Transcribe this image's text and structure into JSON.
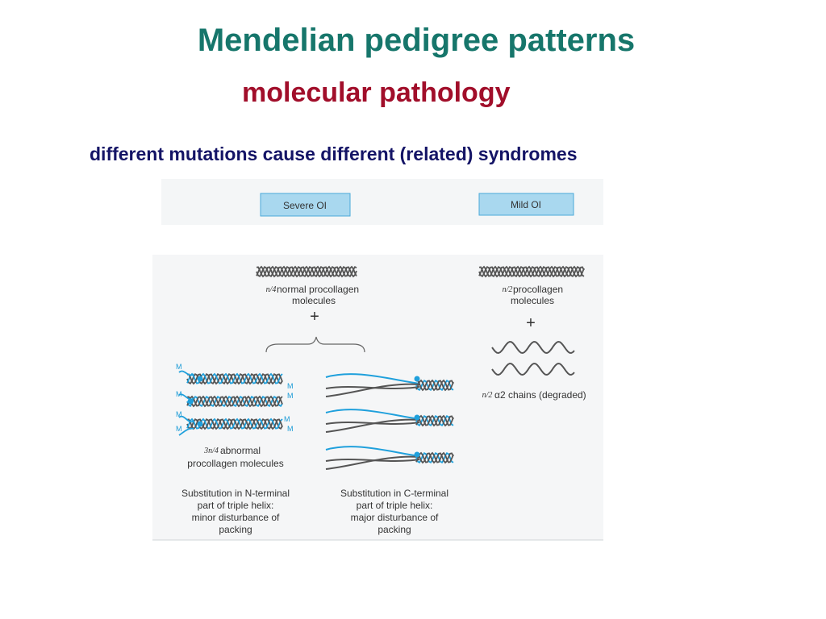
{
  "slide": {
    "title": "Mendelian pedigree patterns",
    "subtitle": "molecular pathology",
    "lead": "different mutations cause different (related) syndromes"
  },
  "figure": {
    "severe_label": "Severe OI",
    "mild_label": "Mild OI",
    "left": {
      "normal_fraction": "n/4",
      "normal_line1": "normal procollagen",
      "normal_line2": "molecules",
      "plus": "+",
      "abnormal_fraction": "3n/4",
      "abnormal_line1": "abnormal",
      "abnormal_line2": "procollagen molecules",
      "mutation_marker": "M",
      "n_terminal_caption": [
        "Substitution in N-terminal",
        "part of triple helix:",
        "minor disturbance of",
        "packing"
      ],
      "c_terminal_caption": [
        "Substitution in C-terminal",
        "part of triple helix:",
        "major disturbance of",
        "packing"
      ]
    },
    "right": {
      "procollagen_fraction": "n/2",
      "procollagen_line1": "procollagen",
      "procollagen_line2": "molecules",
      "plus": "+",
      "chains_fraction": "n/2",
      "chains_label": "α2 chains (degraded)"
    },
    "colors": {
      "box_fill": "#a9d8ef",
      "box_stroke": "#4aa9d9",
      "mutant_strand": "#1fa0dc",
      "normal_strand": "#555555"
    }
  }
}
